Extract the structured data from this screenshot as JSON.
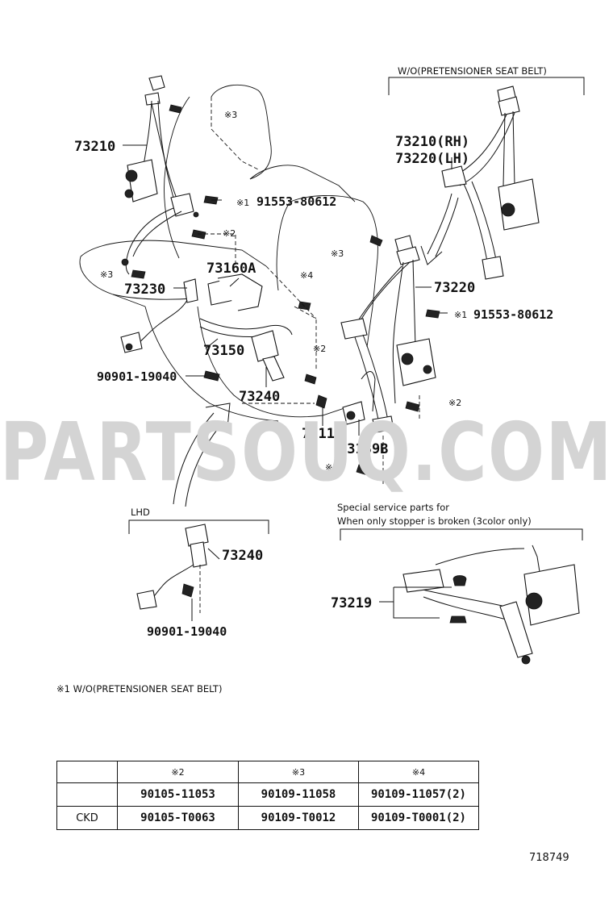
{
  "watermark": "PARTSOUQ.COM",
  "wo_pretensioner_header": "W/O(PRETENSIONER SEAT BELT)",
  "labels": {
    "p73210": "73210",
    "p73210_rh": "73210(RH)",
    "p73220_lh": "73220(LH)",
    "p73220": "73220",
    "p73160a": "73160A",
    "p73230": "73230",
    "p73150": "73150",
    "p73240": "73240",
    "p73115": "73115",
    "p73139b": "73139B",
    "p90901_a": "90901-19040",
    "p91553_a": "91553-80612",
    "p91553_b": "91553-80612",
    "lhd_73240": "73240",
    "lhd_90901": "90901-19040",
    "p73219": "73219"
  },
  "marks": {
    "m3_top": "※3",
    "m1_a": "※1",
    "m2_a": "※2",
    "m3_a": "※3",
    "m3_b": "※3",
    "m4": "※4",
    "m2_b": "※2",
    "m1_b": "※1",
    "m2_c": "※2",
    "m3_c": "※3"
  },
  "lhd_label": "LHD",
  "special_note": {
    "line1": "Special service parts for",
    "line2": "When only stopper is broken (3color only)"
  },
  "footnote": "※1 W/O(PRETENSIONER SEAT BELT)",
  "table": {
    "headers": [
      "",
      "※2",
      "※3",
      "※4"
    ],
    "rows": [
      [
        "",
        "90105-11053",
        "90109-11058",
        "90109-11057(2)"
      ],
      [
        "CKD",
        "90105-T0063",
        "90109-T0012",
        "90109-T0001(2)"
      ]
    ]
  },
  "diagram_id": "718749"
}
